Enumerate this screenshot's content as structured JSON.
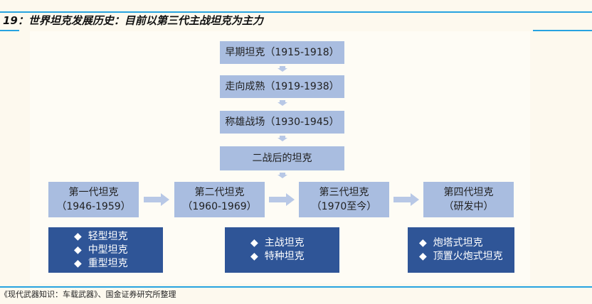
{
  "figure_title": "19：世界坦克发展历史：目前以第三代主战坦克为主力",
  "timeline": [
    {
      "label": "早期坦克（1915-1918）"
    },
    {
      "label": "走向成熟（1919-1938）"
    },
    {
      "label": "称雄战场（1930-1945）"
    },
    {
      "label": "二战后的坦克"
    }
  ],
  "generations": [
    {
      "name": "第一代坦克",
      "period": "（1946-1959）",
      "types": [
        "轻型坦克",
        "中型坦克",
        "重型坦克"
      ]
    },
    {
      "name": "第二代坦克",
      "period": "（1960-1969）",
      "types": [
        "主战坦克",
        "特种坦克"
      ]
    },
    {
      "name": "第三代坦克",
      "period": "（1970至今）",
      "types": []
    },
    {
      "name": "第四代坦克",
      "period": "（研发中）",
      "types": [
        "炮塔式坦克",
        "顶置火炮式坦克"
      ]
    }
  ],
  "bullet": "◆",
  "source": "《现代武器知识：车载武器》、国金证券研究所整理",
  "colors": {
    "light_box": "#a9bde0",
    "dark_box": "#2f5597",
    "arrow": "#b8c8e6",
    "rule": "#27a3e0"
  }
}
